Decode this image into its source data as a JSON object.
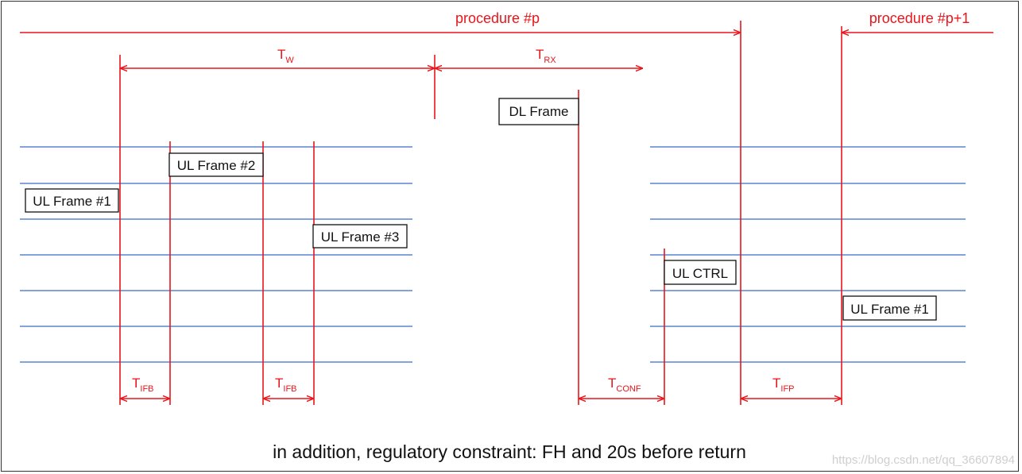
{
  "colors": {
    "timeline": "#e8151b",
    "channel": "#5b84cf",
    "text": "#111111"
  },
  "procedures": {
    "current": "procedure #p",
    "next": "procedure #p+1"
  },
  "intervals": {
    "tw": {
      "main": "T",
      "sub": "W"
    },
    "trx": {
      "main": "T",
      "sub": "RX"
    },
    "tifb_1": {
      "main": "T",
      "sub": "IFB"
    },
    "tifb_2": {
      "main": "T",
      "sub": "IFB"
    },
    "tconf": {
      "main": "T",
      "sub": "CONF"
    },
    "tifp": {
      "main": "T",
      "sub": "IFP"
    }
  },
  "frames": {
    "ul_frame_1": "UL Frame #1",
    "ul_frame_2": "UL Frame #2",
    "ul_frame_3": "UL Frame #3",
    "dl_frame": "DL Frame",
    "ul_ctrl": "UL CTRL",
    "ul_frame_1_next": "UL Frame #1"
  },
  "caption": "in addition, regulatory constraint: FH and 20s before return",
  "watermark": "https://blog.csdn.net/qq_36607894"
}
